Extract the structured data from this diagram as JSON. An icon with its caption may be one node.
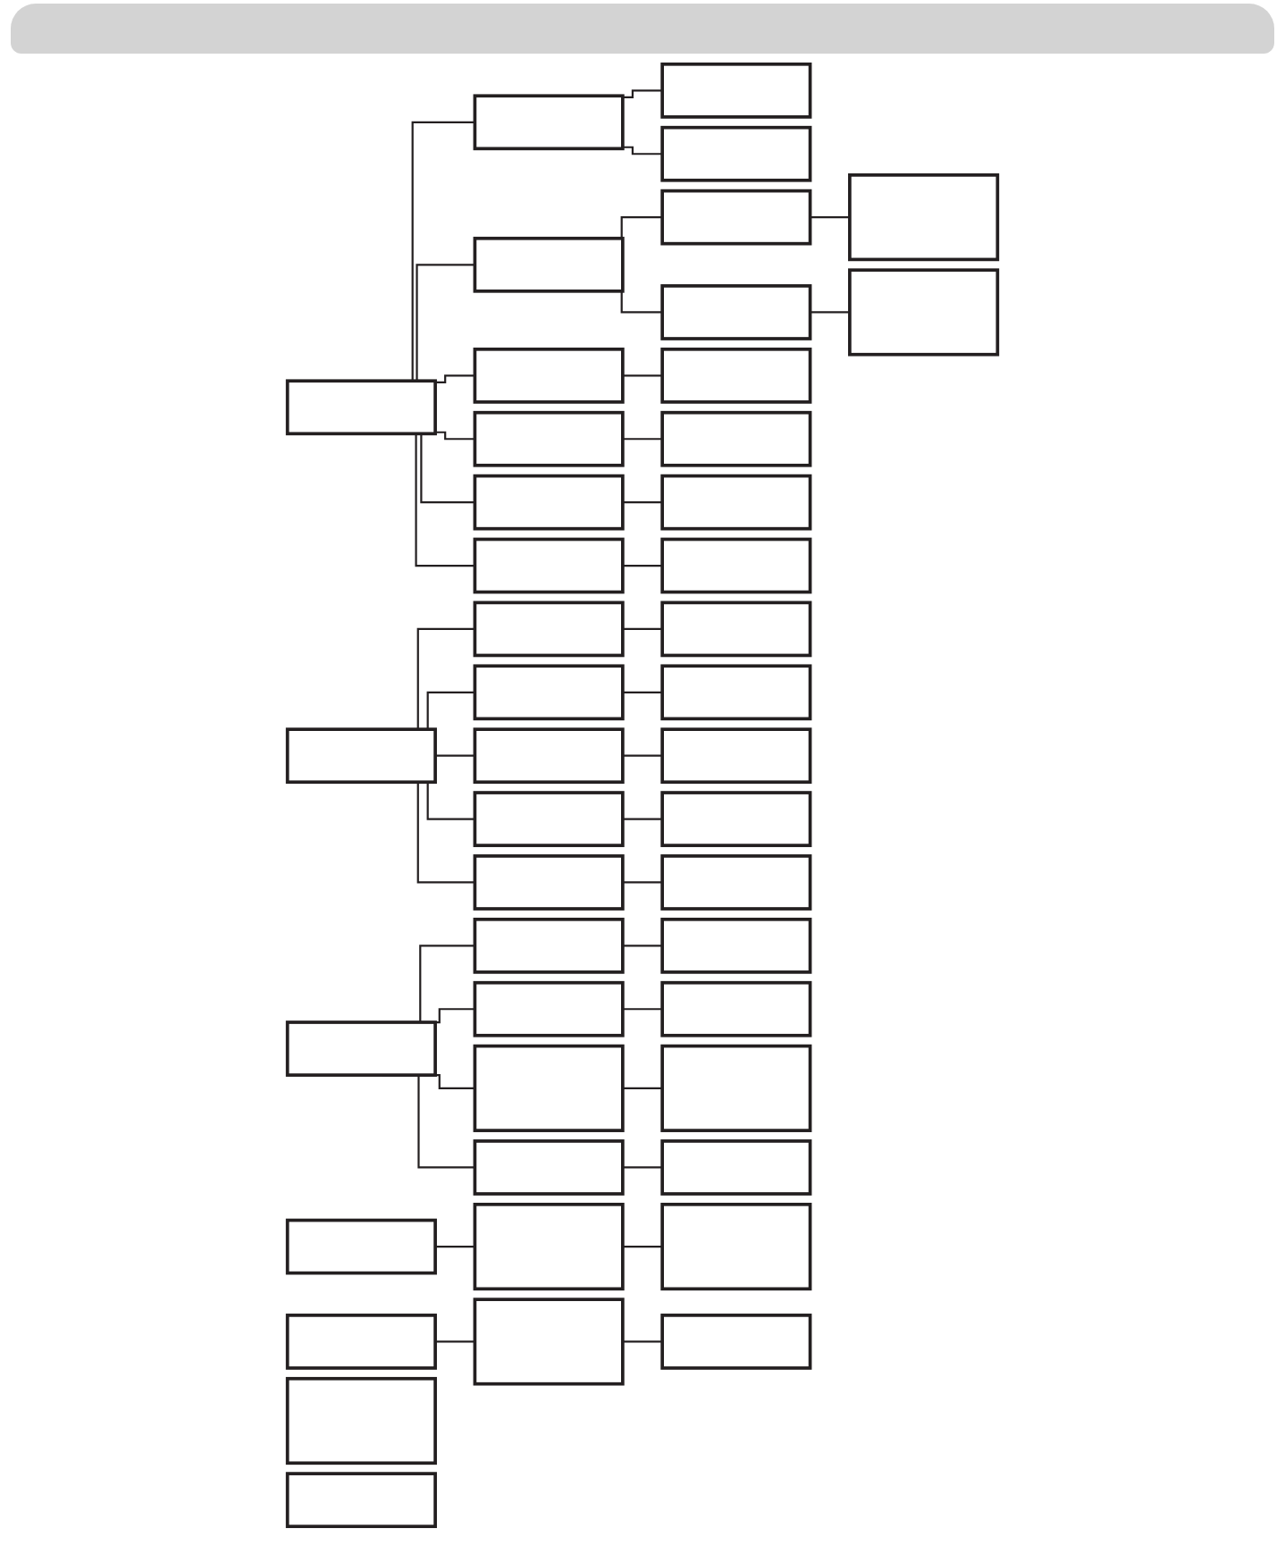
{
  "diagram": {
    "nodes": [
      {
        "text": [],
        "shape": "box"
      },
      {
        "text": [],
        "shape": "box"
      },
      {
        "text": [],
        "shape": "box"
      },
      {
        "text": [],
        "shape": "box"
      },
      {
        "text": [],
        "shape": "box"
      },
      {
        "text": [],
        "shape": "box"
      },
      {
        "text": [],
        "shape": "box"
      },
      {
        "text": [],
        "shape": "box"
      },
      {
        "text": [],
        "shape": "box"
      },
      {
        "text": [],
        "shape": "box"
      },
      {
        "text": [],
        "shape": "box"
      },
      {
        "text": [],
        "shape": "box"
      },
      {
        "text": [],
        "shape": "box"
      },
      {
        "text": [],
        "shape": "box"
      },
      {
        "text": [],
        "shape": "box"
      },
      {
        "text": [],
        "shape": "box"
      },
      {
        "text": [],
        "shape": "box"
      },
      {
        "text": [],
        "shape": "box"
      },
      {
        "text": [],
        "shape": "box"
      },
      {
        "text": [],
        "shape": "box"
      },
      {
        "text": [],
        "shape": "box"
      },
      {
        "text": [],
        "shape": "box"
      },
      {
        "text": [],
        "shape": "box"
      },
      {
        "text": [],
        "shape": "box"
      },
      {
        "text": [],
        "shape": "box"
      },
      {
        "text": [],
        "shape": "box"
      },
      {
        "text": [],
        "shape": "box"
      },
      {
        "text": [],
        "shape": "box"
      },
      {
        "text": [],
        "shape": "box"
      },
      {
        "text": [],
        "shape": "box"
      },
      {
        "text": [],
        "shape": "box"
      },
      {
        "text": [],
        "shape": "box"
      },
      {
        "text": [],
        "shape": "box"
      },
      {
        "text": [],
        "shape": "box"
      },
      {
        "text": [],
        "shape": "box"
      },
      {
        "text": [],
        "shape": "box"
      },
      {
        "text": [],
        "shape": "box"
      },
      {
        "text": [],
        "shape": "box"
      },
      {
        "text": [],
        "shape": "box"
      },
      {
        "text": [],
        "shape": "box"
      },
      {
        "text": [],
        "shape": "box"
      },
      {
        "text": [],
        "shape": "box"
      },
      {
        "text": [],
        "shape": "box"
      },
      {
        "text": [],
        "shape": "box"
      },
      {
        "text": [],
        "shape": "box"
      }
    ],
    "edges": [
      {
        "from": 2,
        "to": 3,
        "arrow": "none"
      },
      {
        "from": 3,
        "to": 4,
        "arrow": "none"
      },
      {
        "from": 3,
        "to": 5,
        "arrow": "none"
      },
      {
        "from": 2,
        "to": 6,
        "arrow": "none"
      },
      {
        "from": 6,
        "to": 7,
        "arrow": "none"
      },
      {
        "from": 7,
        "to": 8,
        "arrow": "none"
      },
      {
        "from": 6,
        "to": 9,
        "arrow": "none"
      },
      {
        "from": 9,
        "to": 10,
        "arrow": "none"
      },
      {
        "from": 2,
        "to": 11,
        "arrow": "none"
      },
      {
        "from": 11,
        "to": 12,
        "arrow": "none"
      },
      {
        "from": 2,
        "to": 13,
        "arrow": "none"
      },
      {
        "from": 13,
        "to": 14,
        "arrow": "none"
      },
      {
        "from": 2,
        "to": 15,
        "arrow": "none"
      },
      {
        "from": 15,
        "to": 16,
        "arrow": "none"
      },
      {
        "from": 2,
        "to": 17,
        "arrow": "none"
      },
      {
        "from": 17,
        "to": 18,
        "arrow": "none"
      },
      {
        "from": 19,
        "to": 20,
        "arrow": "none"
      },
      {
        "from": 20,
        "to": 21,
        "arrow": "none"
      },
      {
        "from": 19,
        "to": 22,
        "arrow": "none"
      },
      {
        "from": 22,
        "to": 23,
        "arrow": "none"
      },
      {
        "from": 19,
        "to": 24,
        "arrow": "none"
      },
      {
        "from": 24,
        "to": 25,
        "arrow": "none"
      },
      {
        "from": 19,
        "to": 26,
        "arrow": "none"
      },
      {
        "from": 26,
        "to": 27,
        "arrow": "none"
      },
      {
        "from": 19,
        "to": 28,
        "arrow": "none"
      },
      {
        "from": 28,
        "to": 29,
        "arrow": "none"
      },
      {
        "from": 30,
        "to": 31,
        "arrow": "none"
      },
      {
        "from": 31,
        "to": 32,
        "arrow": "none"
      },
      {
        "from": 30,
        "to": 33,
        "arrow": "none"
      },
      {
        "from": 33,
        "to": 34,
        "arrow": "none"
      },
      {
        "from": 30,
        "to": 35,
        "arrow": "none"
      },
      {
        "from": 35,
        "to": 36,
        "arrow": "none"
      },
      {
        "from": 30,
        "to": 37,
        "arrow": "none"
      },
      {
        "from": 37,
        "to": 38,
        "arrow": "none"
      },
      {
        "from": 39,
        "to": 40,
        "arrow": "none"
      },
      {
        "from": 40,
        "to": 41,
        "arrow": "none"
      },
      {
        "from": 42,
        "to": 43,
        "arrow": "none"
      },
      {
        "from": 43,
        "to": 44,
        "arrow": "none"
      }
    ]
  }
}
